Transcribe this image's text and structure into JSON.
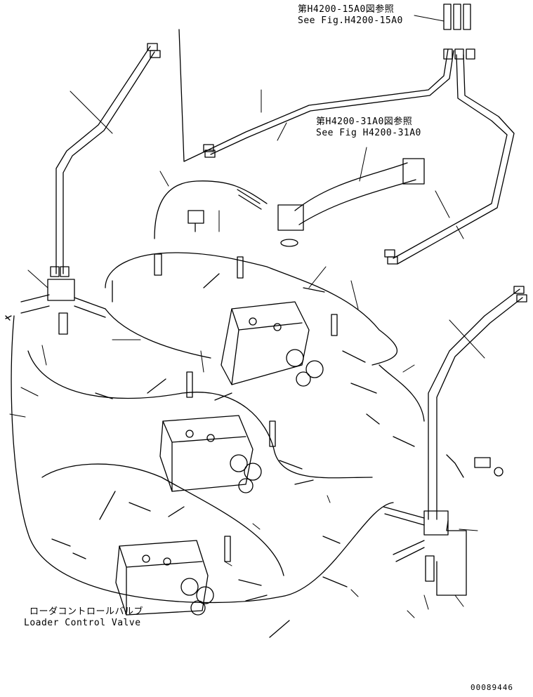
{
  "references": [
    {
      "jp": "第H4200-15A0図参照",
      "en": "See Fig.H4200-15A0"
    },
    {
      "jp": "第H4200-31A0図参照",
      "en": "See Fig H4200-31A0"
    }
  ],
  "valve_label": {
    "jp": "ローダコントロールバルブ",
    "en": "Loader Control Valve"
  },
  "drawing_number": "00089446"
}
